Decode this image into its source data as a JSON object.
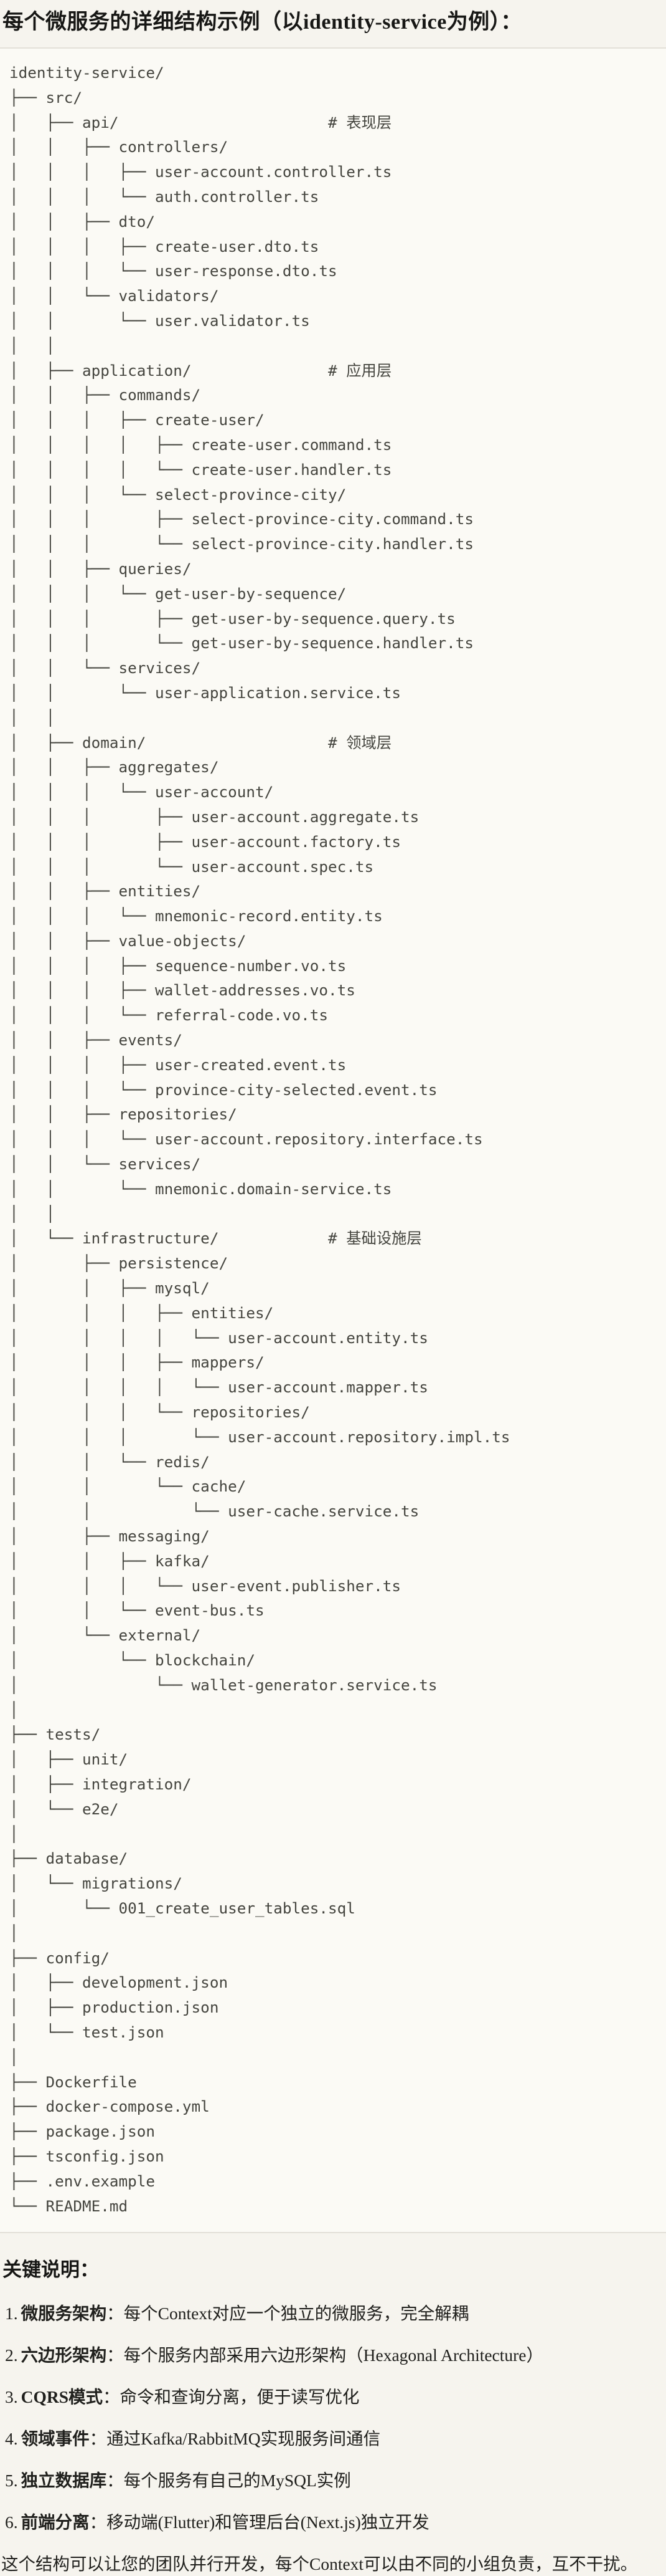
{
  "page": {
    "title": "每个微服务的详细结构示例（以identity-service为例）：",
    "code_block": {
      "language_hint": "file-tree",
      "tree": "identity-service/\n├── src/\n│   ├── api/                       # 表现层\n│   │   ├── controllers/\n│   │   │   ├── user-account.controller.ts\n│   │   │   └── auth.controller.ts\n│   │   ├── dto/\n│   │   │   ├── create-user.dto.ts\n│   │   │   └── user-response.dto.ts\n│   │   └── validators/\n│   │       └── user.validator.ts\n│   │\n│   ├── application/               # 应用层\n│   │   ├── commands/\n│   │   │   ├── create-user/\n│   │   │   │   ├── create-user.command.ts\n│   │   │   │   └── create-user.handler.ts\n│   │   │   └── select-province-city/\n│   │   │       ├── select-province-city.command.ts\n│   │   │       └── select-province-city.handler.ts\n│   │   ├── queries/\n│   │   │   └── get-user-by-sequence/\n│   │   │       ├── get-user-by-sequence.query.ts\n│   │   │       └── get-user-by-sequence.handler.ts\n│   │   └── services/\n│   │       └── user-application.service.ts\n│   │\n│   ├── domain/                    # 领域层\n│   │   ├── aggregates/\n│   │   │   └── user-account/\n│   │   │       ├── user-account.aggregate.ts\n│   │   │       ├── user-account.factory.ts\n│   │   │       └── user-account.spec.ts\n│   │   ├── entities/\n│   │   │   └── mnemonic-record.entity.ts\n│   │   ├── value-objects/\n│   │   │   ├── sequence-number.vo.ts\n│   │   │   ├── wallet-addresses.vo.ts\n│   │   │   └── referral-code.vo.ts\n│   │   ├── events/\n│   │   │   ├── user-created.event.ts\n│   │   │   └── province-city-selected.event.ts\n│   │   ├── repositories/\n│   │   │   └── user-account.repository.interface.ts\n│   │   └── services/\n│   │       └── mnemonic.domain-service.ts\n│   │\n│   └── infrastructure/            # 基础设施层\n│       ├── persistence/\n│       │   ├── mysql/\n│       │   │   ├── entities/\n│       │   │   │   └── user-account.entity.ts\n│       │   │   ├── mappers/\n│       │   │   │   └── user-account.mapper.ts\n│       │   │   └── repositories/\n│       │   │       └── user-account.repository.impl.ts\n│       │   └── redis/\n│       │       └── cache/\n│       │           └── user-cache.service.ts\n│       ├── messaging/\n│       │   ├── kafka/\n│       │   │   └── user-event.publisher.ts\n│       │   └── event-bus.ts\n│       └── external/\n│           └── blockchain/\n│               └── wallet-generator.service.ts\n│\n├── tests/\n│   ├── unit/\n│   ├── integration/\n│   └── e2e/\n│\n├── database/\n│   └── migrations/\n│       └── 001_create_user_tables.sql\n│\n├── config/\n│   ├── development.json\n│   ├── production.json\n│   └── test.json\n│\n├── Dockerfile\n├── docker-compose.yml\n├── package.json\n├── tsconfig.json\n├── .env.example\n└── README.md"
    },
    "notes": {
      "heading": "关键说明：",
      "items": [
        {
          "number": "1.",
          "term": "微服务架构",
          "text": "：每个Context对应一个独立的微服务，完全解耦"
        },
        {
          "number": "2.",
          "term": "六边形架构",
          "text": "：每个服务内部采用六边形架构（Hexagonal Architecture）"
        },
        {
          "number": "3.",
          "term": "CQRS模式",
          "text": "：命令和查询分离，便于读写优化"
        },
        {
          "number": "4.",
          "term": "领域事件",
          "text": "：通过Kafka/RabbitMQ实现服务间通信"
        },
        {
          "number": "5.",
          "term": "独立数据库",
          "text": "：每个服务有自己的MySQL实例"
        },
        {
          "number": "6.",
          "term": "前端分离",
          "text": "：移动端(Flutter)和管理后台(Next.js)独立开发"
        }
      ],
      "footer": "这个结构可以让您的团队并行开发，每个Context可以由不同的小组负责，互不干扰。"
    }
  }
}
